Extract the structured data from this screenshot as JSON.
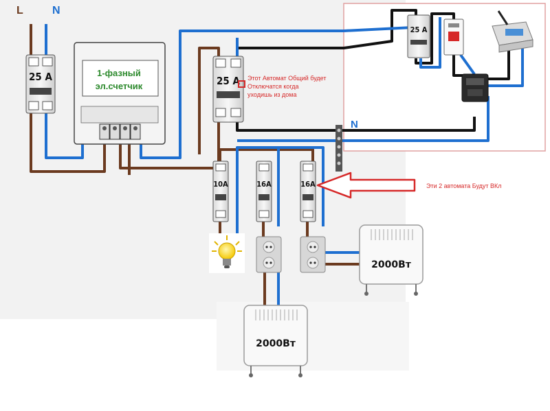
{
  "colors": {
    "phase_wire": "#6b3a1f",
    "neutral_wire": "#1e6fd0",
    "black_wire": "#111111",
    "annotation": "#d62828",
    "meter_text": "#2d8a2d",
    "panel_border": "#e0a0a0",
    "background_shade": "#eeeeee"
  },
  "supply": {
    "phase_label": "L",
    "neutral_label": "N"
  },
  "main_breaker": {
    "rating": "25 A"
  },
  "meter": {
    "line1": "1-фазный",
    "line2": "эл.счетчик"
  },
  "general_breaker": {
    "rating": "25 A",
    "note_lines": [
      "Этот Автомат Общий будет",
      "Отключатся когда",
      "уходишь из дома"
    ]
  },
  "control_panel": {
    "breaker_rating": "25 A",
    "neutral_label": "N",
    "devices": [
      "rcd-icon",
      "gsm-module-icon",
      "contactor-icon"
    ]
  },
  "branch_breakers": [
    {
      "rating": "10A",
      "load": "lamp-icon"
    },
    {
      "rating": "16A",
      "load": "socket-icon"
    },
    {
      "rating": "16A",
      "load": "socket-icon"
    }
  ],
  "branch_note": "Эти 2 автомата Будут ВКл",
  "heaters": [
    {
      "power": "2000Вт"
    },
    {
      "power": "2000Вт"
    }
  ]
}
